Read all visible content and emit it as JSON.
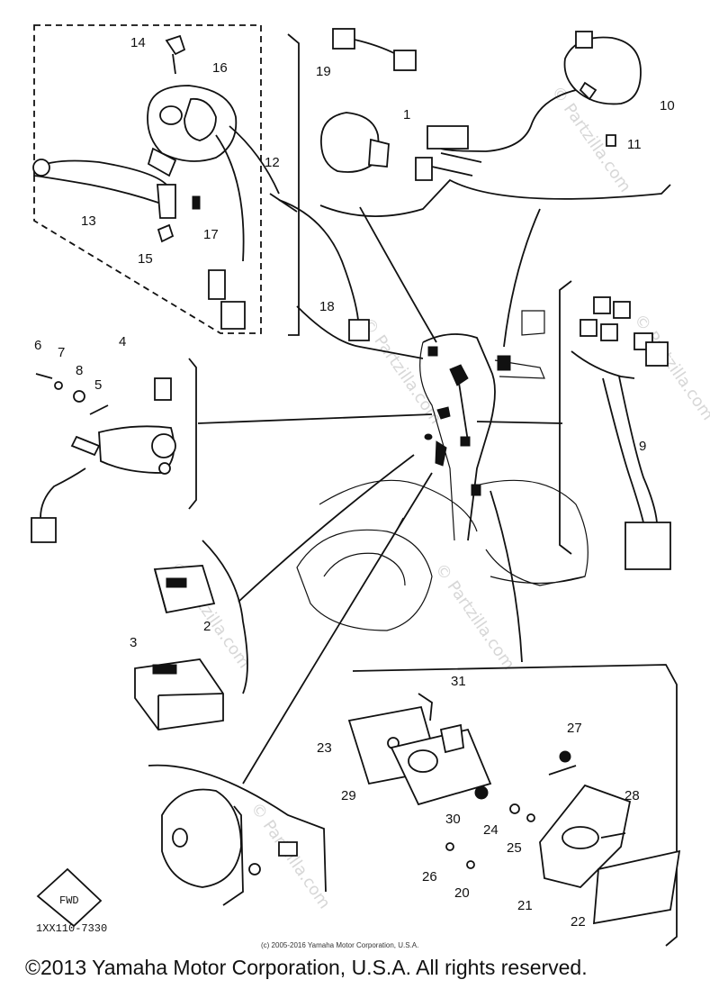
{
  "diagram": {
    "callouts": [
      "14",
      "16",
      "12",
      "13",
      "17",
      "15",
      "18",
      "19",
      "1",
      "10",
      "11",
      "4",
      "6",
      "7",
      "8",
      "5",
      "9",
      "2",
      "3",
      "31",
      "23",
      "27",
      "29",
      "30",
      "24",
      "25",
      "28",
      "26",
      "20",
      "21",
      "22"
    ],
    "fwd_label": "FWD",
    "drawing_code": "1XX110-7330",
    "small_copyright": "(c) 2005-2016 Yamaha Motor Corporation, U.S.A.",
    "watermark": "© Partzilla.com",
    "copyright": "©2013 Yamaha Motor Corporation, U.S.A. All rights reserved."
  }
}
